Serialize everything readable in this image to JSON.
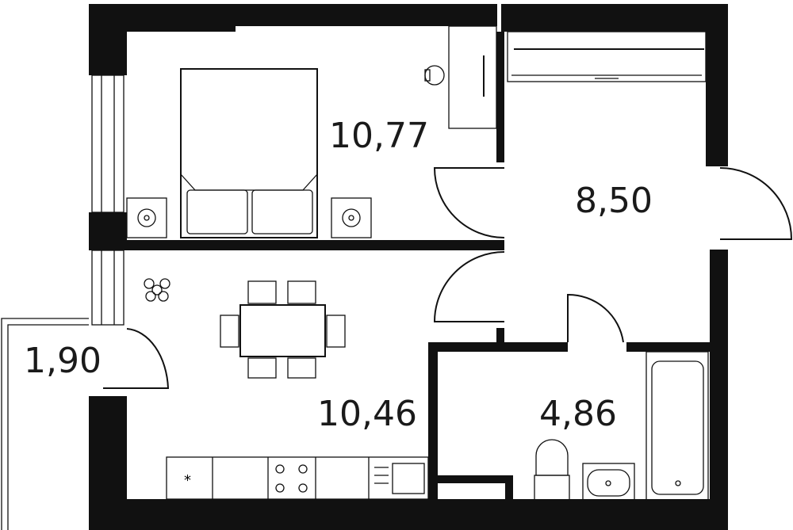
{
  "plan": {
    "rooms": [
      {
        "name": "bedroom",
        "area": "10,77"
      },
      {
        "name": "hallway",
        "area": "8,50"
      },
      {
        "name": "balcony",
        "area": "1,90"
      },
      {
        "name": "living-kitchen",
        "area": "10,46"
      },
      {
        "name": "bathroom",
        "area": "4,86"
      }
    ],
    "colors": {
      "wall": "#111111",
      "background": "#ffffff"
    }
  }
}
